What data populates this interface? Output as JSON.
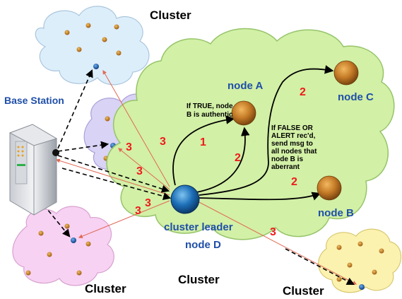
{
  "colors": {
    "green_cloud": "#d2f0a6",
    "blue_cloud": "#ddeefb",
    "purple_cloud": "#d9d3f5",
    "pink_cloud": "#f7d2f3",
    "yellow_cloud": "#fbf2b0",
    "node_brown": "#c47a26",
    "leader_blue": "#1d6fb8",
    "arrow_red": "#e02020",
    "label_blue": "#1f4fa8"
  },
  "labels": {
    "cluster_top": "Cluster",
    "base_station": "Base Station",
    "node_a": "node A",
    "node_b": "node B",
    "node_c": "node C",
    "cluster_leader": "cluster leader",
    "node_d": "node D",
    "cluster_bottom_center": "Cluster",
    "cluster_bottom_left": "Cluster",
    "cluster_bottom_right": "Cluster"
  },
  "notes": {
    "true_note": [
      "If TRUE, node",
      "B is authentic"
    ],
    "false_note": [
      "If FALSE OR",
      "ALERT rec'd,",
      "send msg to",
      "all nodes that",
      "node B is",
      "aberrant"
    ]
  },
  "step_numbers": {
    "n1": "1",
    "n2_mid": "2",
    "n2_c": "2",
    "n2_b": "2",
    "n3_left_top": "3",
    "n3_top": "3",
    "n3_left_mid": "3",
    "n3_left_low1": "3",
    "n3_left_low2": "3",
    "n3_right": "3"
  }
}
